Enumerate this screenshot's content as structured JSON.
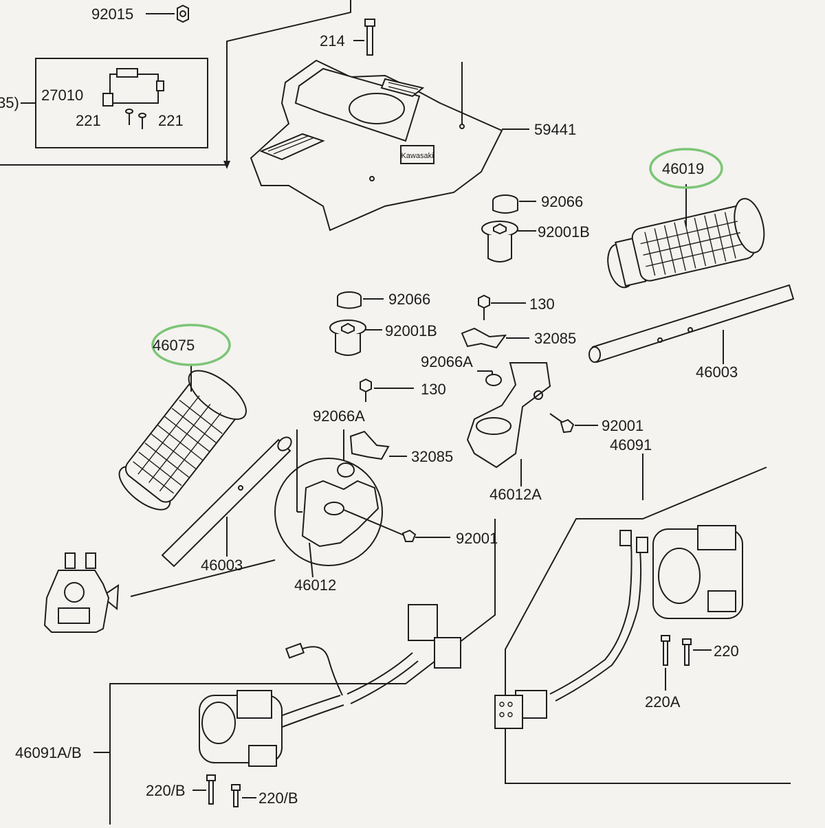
{
  "diagram": {
    "callouts": {
      "c92015": "92015",
      "c214": "214",
      "c27010": "27010",
      "c221_a": "221",
      "c221_b": "221",
      "c35": "35)",
      "c59441": "59441",
      "c46019": "46019",
      "c92066_a": "92066",
      "c92001B_a": "92001B",
      "c92066_b": "92066",
      "c130_a": "130",
      "c92001B_b": "92001B",
      "c32085_a": "32085",
      "c46003_a": "46003",
      "c92066A_a": "92066A",
      "c46075": "46075",
      "c130_b": "130",
      "c92066A_b": "92066A",
      "c92001_a": "92001",
      "c32085_b": "32085",
      "c46091": "46091",
      "c46012A": "46012A",
      "c92001_b": "92001",
      "c46003_b": "46003",
      "c46012": "46012",
      "c220": "220",
      "c220A": "220A",
      "c46091AB": "46091A/B",
      "c220B_a": "220/B",
      "c220B_b": "220/B"
    },
    "highlighted_parts": [
      "46019",
      "46075"
    ],
    "highlight_color": "#7cc576",
    "logo_text": "Kawasaki"
  }
}
